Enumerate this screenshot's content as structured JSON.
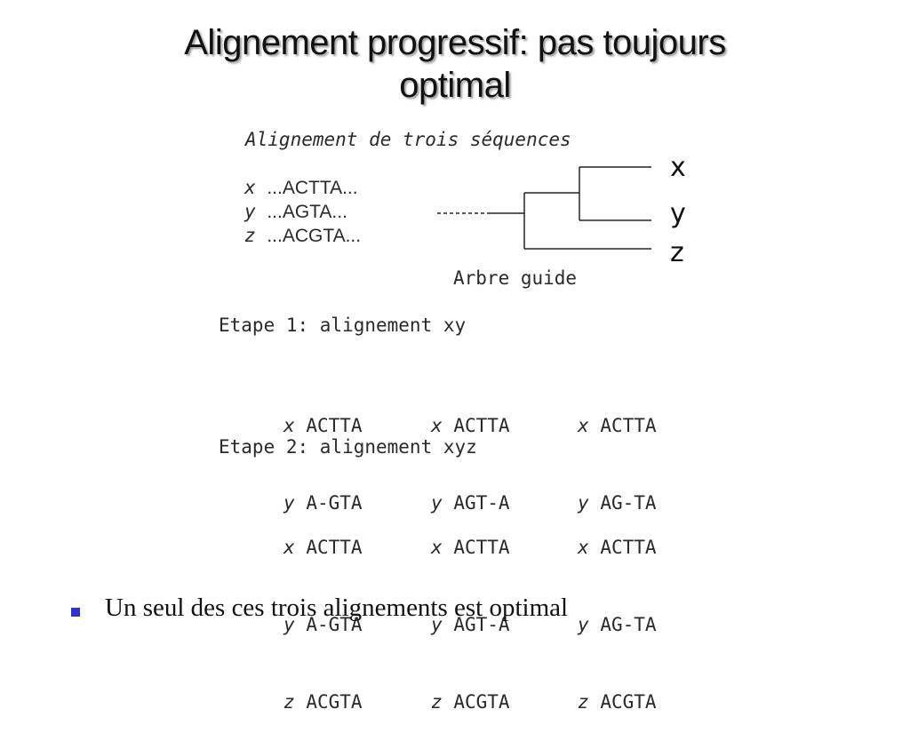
{
  "title": {
    "line1": "Alignement progressif: pas toujours",
    "line2": "optimal"
  },
  "figure": {
    "caption": "Alignement de trois séquences",
    "sequences": [
      {
        "label": "x",
        "seq": "...ACTTA..."
      },
      {
        "label": "y",
        "seq": "...AGTA..."
      },
      {
        "label": "z",
        "seq": "...ACGTA..."
      }
    ],
    "tree_leaves": [
      "x",
      "y",
      "z"
    ],
    "tree_caption": "Arbre guide"
  },
  "steps": [
    {
      "heading": "Etape 1: alignement xy",
      "alignments": [
        [
          {
            "label": "x",
            "seq": "ACTTA"
          },
          {
            "label": "y",
            "seq": "A-GTA"
          }
        ],
        [
          {
            "label": "x",
            "seq": "ACTTA"
          },
          {
            "label": "y",
            "seq": "AGT-A"
          }
        ],
        [
          {
            "label": "x",
            "seq": "ACTTA"
          },
          {
            "label": "y",
            "seq": "AG-TA"
          }
        ]
      ]
    },
    {
      "heading": "Etape 2: alignement xyz",
      "alignments": [
        [
          {
            "label": "x",
            "seq": "ACTTA"
          },
          {
            "label": "y",
            "seq": "A-GTA"
          },
          {
            "label": "z",
            "seq": "ACGTA"
          }
        ],
        [
          {
            "label": "x",
            "seq": "ACTTA"
          },
          {
            "label": "y",
            "seq": "AGT-A"
          },
          {
            "label": "z",
            "seq": "ACGTA"
          }
        ],
        [
          {
            "label": "x",
            "seq": "ACTTA"
          },
          {
            "label": "y",
            "seq": "AG-TA"
          },
          {
            "label": "z",
            "seq": "ACGTA"
          }
        ]
      ]
    }
  ],
  "bullets": [
    "Un seul des ces trois alignements est optimal"
  ],
  "colors": {
    "bullet": "#3333cc",
    "text": "#111111"
  }
}
